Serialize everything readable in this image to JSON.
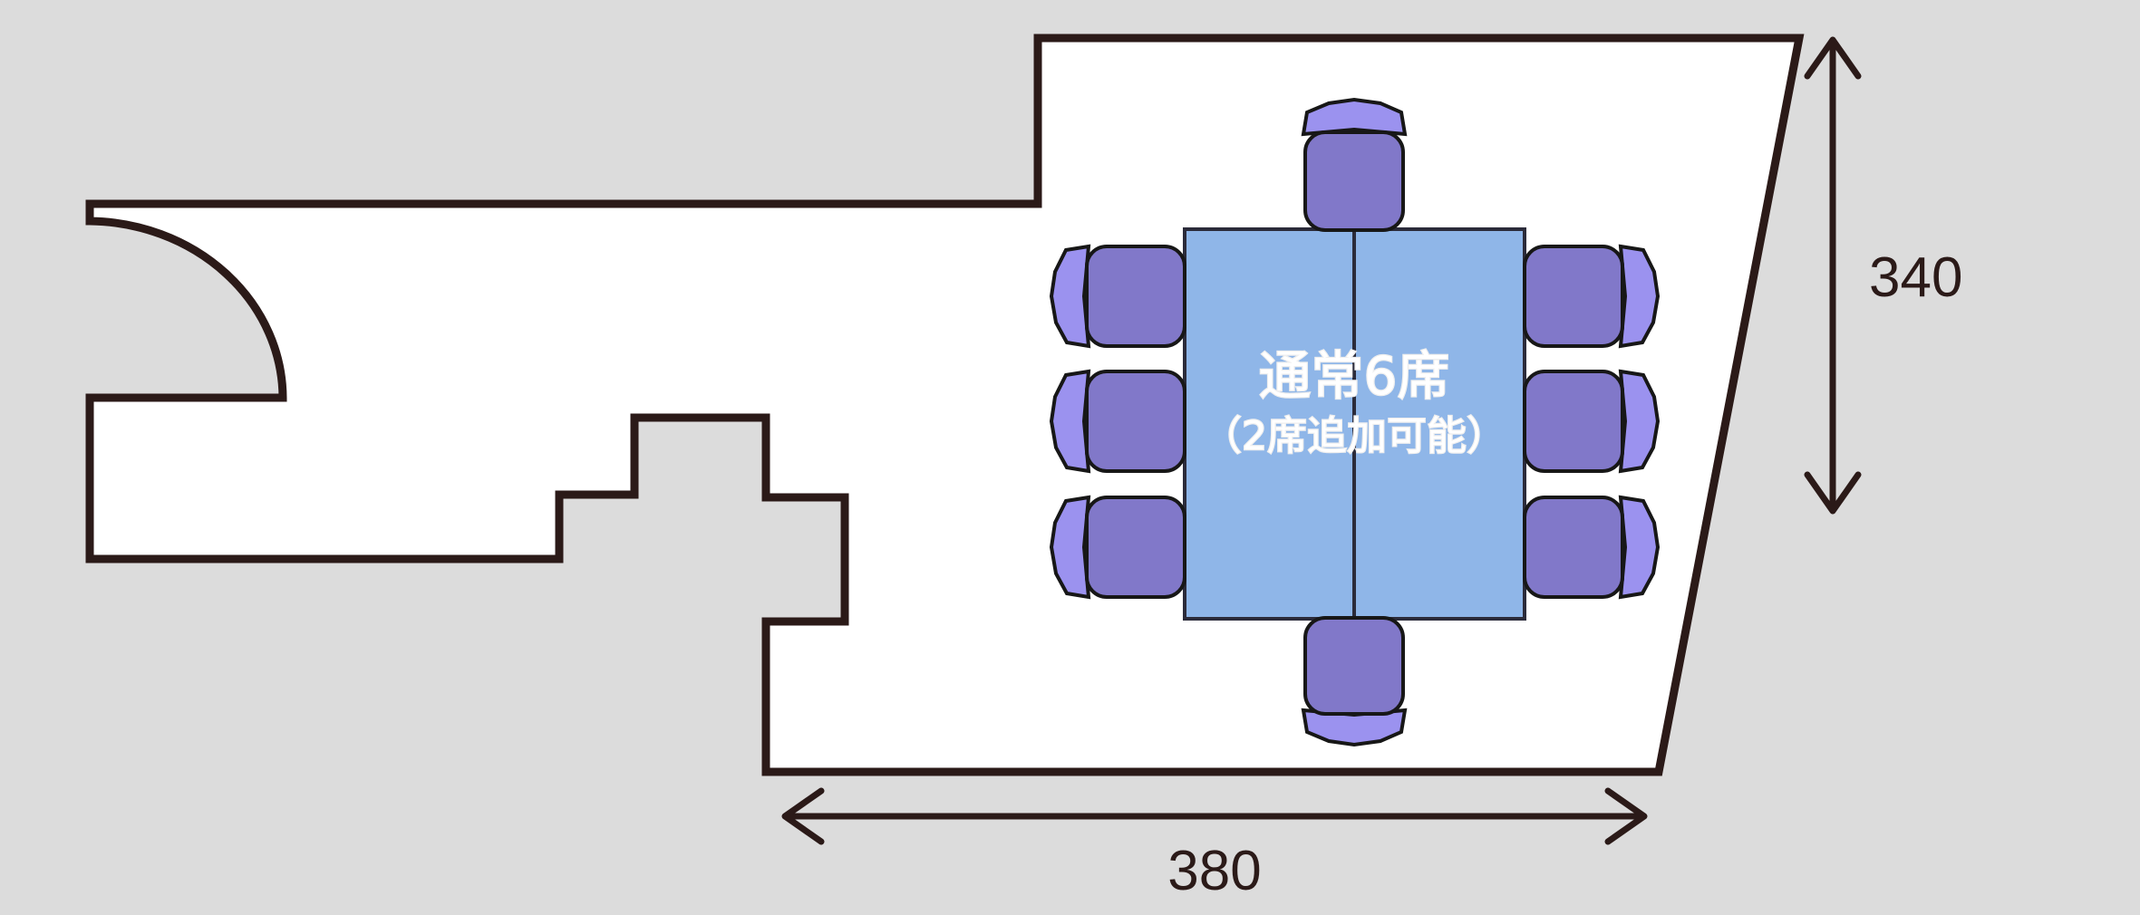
{
  "diagram": {
    "kind": "floor-plan",
    "background_color": "#dcdcdc",
    "room_fill_color": "#ffffff",
    "wall_color": "#2b1a18"
  },
  "table": {
    "label_line1": "通常6席",
    "label_line2": "（2席追加可能）",
    "top_color": "#8fb6e8",
    "outline_color": "#2b2b3a"
  },
  "chairs": {
    "seat_color": "#8178c9",
    "back_color": "#9b92ef",
    "outline_color": "#171717",
    "count_total": 8,
    "left_count": 3,
    "right_count": 3,
    "top_count": 1,
    "bottom_count": 1
  },
  "dimensions": {
    "height_label": "340",
    "width_label": "380",
    "text_color": "#2b1a18"
  }
}
